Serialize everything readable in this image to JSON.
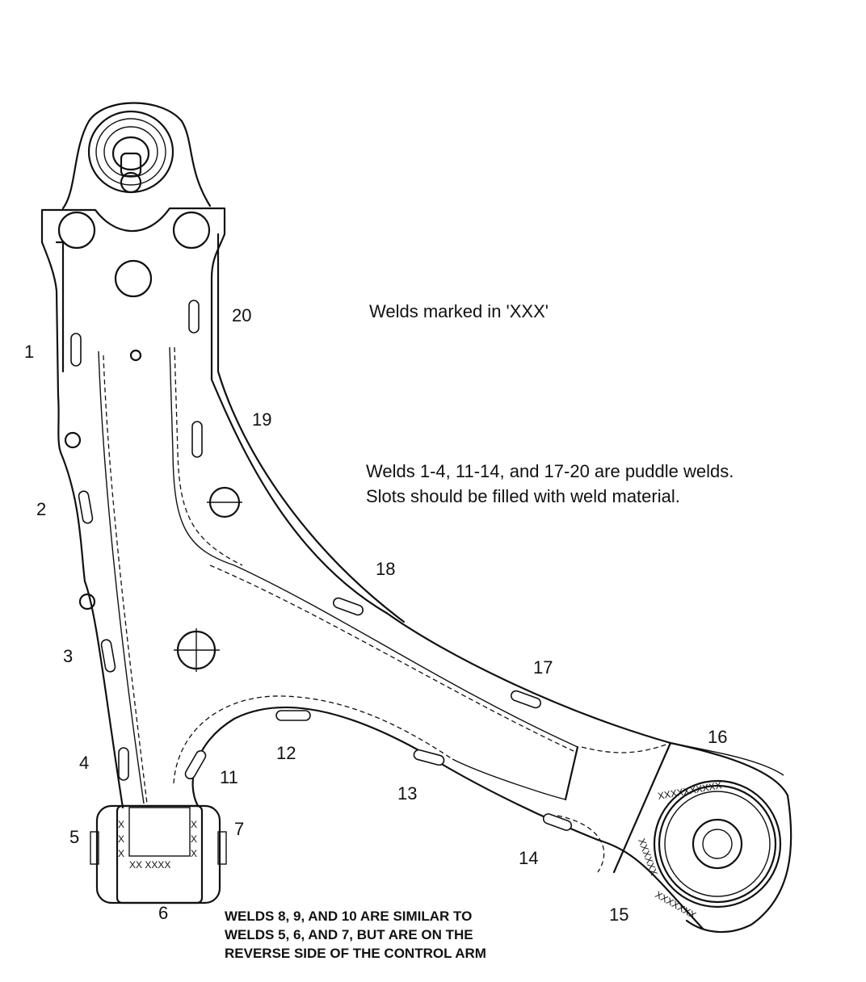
{
  "legend": {
    "welds_marked": "Welds marked in 'XXX'",
    "puddle_line1": "Welds 1-4, 11-14, and 17-20 are puddle welds.",
    "puddle_line2": "Slots should be filled with weld material."
  },
  "reverse_note": {
    "line1": "WELDS 8, 9, AND 10 ARE SIMILAR TO",
    "line2": "WELDS 5, 6, AND 7, BUT ARE ON THE",
    "line3": "REVERSE SIDE OF THE CONTROL ARM"
  },
  "weld_labels": [
    "1",
    "2",
    "3",
    "4",
    "5",
    "6",
    "7",
    "11",
    "12",
    "13",
    "14",
    "15",
    "16",
    "17",
    "18",
    "19",
    "20"
  ],
  "weld_marks": {
    "bottom": "XX XXXX",
    "side": "X",
    "bushing_top": "XXXXXXXXXX",
    "bushing_left": "XXXXXX",
    "bushing_bottom": "XXXXXXX"
  }
}
